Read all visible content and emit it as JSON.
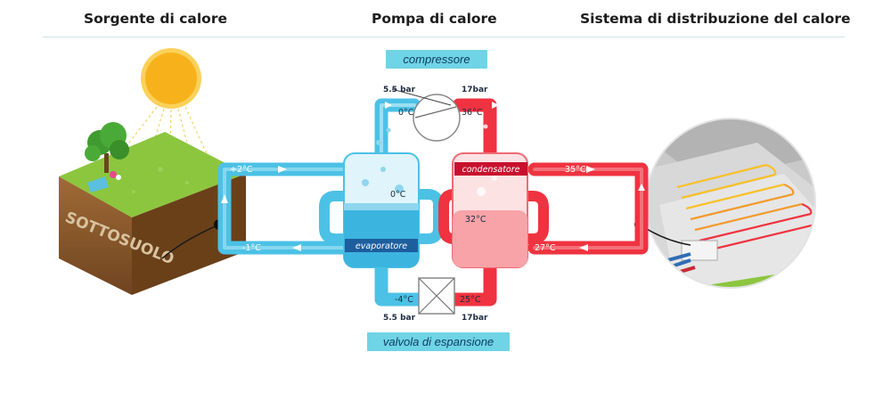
{
  "headers": {
    "source": "Sorgente di calore",
    "pump": "Pompa di calore",
    "distribution": "Sistema di distribuzione del calore"
  },
  "tags": {
    "compressor": "compressore",
    "valve": "valvola di espansione",
    "evaporator": "evaporatore",
    "condenser": "condensatore"
  },
  "ground_label": "SOTTOSUOLO",
  "pressures": {
    "top_left": "5.5 bar",
    "top_right": "17bar",
    "bottom_left": "5.5 bar",
    "bottom_right": "17bar"
  },
  "temperatures": {
    "ground_out": "+2°C",
    "ground_in": "-1°C",
    "compressor_in": "0°C",
    "compressor_out": "36°C",
    "evaporator_coil": "0°C",
    "condenser_coil": "32°C",
    "valve_in": "25°C",
    "valve_out": "-4°C",
    "floor_out": "35°C",
    "floor_in": "27°C"
  },
  "colors": {
    "cold_pipe": "#4cc1e6",
    "cold_pipe_dark": "#2a9fcc",
    "hot_pipe": "#ef3340",
    "hot_pipe_light": "#f7a3a8",
    "tag_bg": "#6fd4e6",
    "sun": "#f7b21b",
    "grass": "#8cc63f",
    "soil": "#8b5a2b"
  }
}
